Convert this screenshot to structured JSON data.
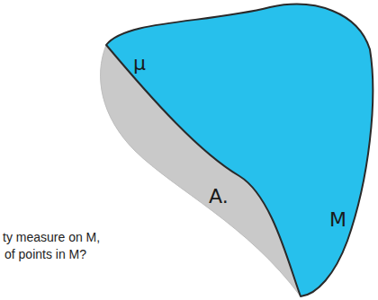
{
  "diagram": {
    "nodes": [
      {
        "text": [
          "μ",
          "A.",
          "M"
        ]
      }
    ],
    "labels": [
      "ty measure on M,",
      "of points in M?"
    ]
  }
}
